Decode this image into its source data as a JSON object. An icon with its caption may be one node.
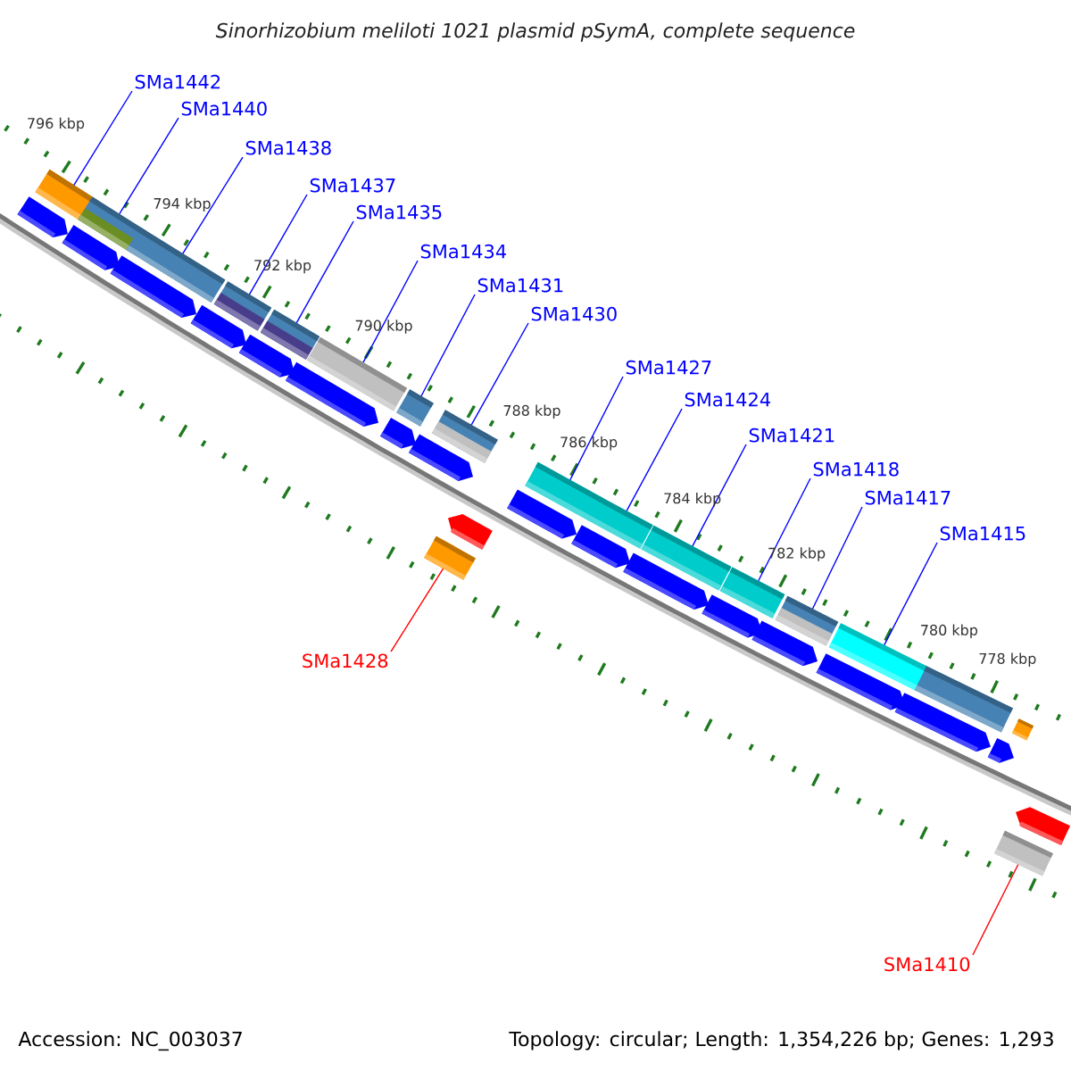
{
  "diagram": {
    "title": "Sinorhizobium meliloti 1021 plasmid pSymA, complete sequence",
    "nodes": [
      {
        "text": [
          "SMa1442"
        ]
      },
      {
        "text": [
          "SMa1440"
        ]
      },
      {
        "text": [
          "SMa1438"
        ]
      },
      {
        "text": [
          "SMa1437"
        ]
      },
      {
        "text": [
          "SMa1435"
        ]
      },
      {
        "text": [
          "SMa1434"
        ]
      },
      {
        "text": [
          "SMa1431"
        ]
      },
      {
        "text": [
          "SMa1430"
        ]
      },
      {
        "text": [
          "SMa1427"
        ]
      },
      {
        "text": [
          "SMa1424"
        ]
      },
      {
        "text": [
          "SMa1421"
        ]
      },
      {
        "text": [
          "SMa1418"
        ]
      },
      {
        "text": [
          "SMa1417"
        ]
      },
      {
        "text": [
          "SMa1415"
        ]
      },
      {
        "text": [
          "SMa1428"
        ]
      },
      {
        "text": [
          "SMa1410"
        ]
      },
      {
        "text": [],
        "shape": "box"
      },
      {
        "text": [],
        "shape": "box"
      },
      {
        "text": [],
        "shape": "box"
      },
      {
        "text": [],
        "shape": "box"
      },
      {
        "text": [],
        "shape": "box"
      },
      {
        "text": [],
        "shape": "box"
      },
      {
        "text": [],
        "shape": "box"
      },
      {
        "text": [],
        "shape": "box"
      },
      {
        "text": [],
        "shape": "box"
      },
      {
        "text": [],
        "shape": "box"
      },
      {
        "text": [],
        "shape": "box"
      },
      {
        "text": [],
        "shape": "box"
      },
      {
        "text": [],
        "shape": "box"
      },
      {
        "text": [],
        "shape": "box"
      },
      {
        "text": [],
        "shape": "box"
      },
      {
        "text": [],
        "shape": "box"
      },
      {
        "text": [],
        "shape": "box"
      },
      {
        "text": [],
        "shape": "box"
      }
    ],
    "edges": [
      {
        "from": 0,
        "to": 16,
        "arrow": "none"
      },
      {
        "from": 1,
        "to": 17,
        "arrow": "none"
      },
      {
        "from": 2,
        "to": 18,
        "arrow": "none"
      },
      {
        "from": 3,
        "to": 19,
        "arrow": "none"
      },
      {
        "from": 4,
        "to": 20,
        "arrow": "none"
      },
      {
        "from": 5,
        "to": 21,
        "arrow": "none"
      },
      {
        "from": 6,
        "to": 22,
        "arrow": "none"
      },
      {
        "from": 7,
        "to": 24,
        "arrow": "none"
      },
      {
        "from": 8,
        "to": 25,
        "arrow": "none"
      },
      {
        "from": 9,
        "to": 26,
        "arrow": "none"
      },
      {
        "from": 10,
        "to": 27,
        "arrow": "none"
      },
      {
        "from": 11,
        "to": 28,
        "arrow": "none"
      },
      {
        "from": 12,
        "to": 29,
        "arrow": "none"
      },
      {
        "from": 13,
        "to": 30,
        "arrow": "none"
      },
      {
        "from": 14,
        "to": 23,
        "arrow": "none",
        "color": "#ff0000"
      },
      {
        "from": 15,
        "to": 32,
        "arrow": "none",
        "color": "#ff0000"
      }
    ],
    "labels": [
      "796 kbp",
      "794 kbp",
      "792 kbp",
      "790 kbp",
      "788 kbp",
      "786 kbp",
      "784 kbp",
      "782 kbp",
      "780 kbp",
      "778 kbp",
      "Accession: NC_003037",
      "Topology: circular; Length: 1,354,226 bp; Genes: 1,293"
    ]
  }
}
